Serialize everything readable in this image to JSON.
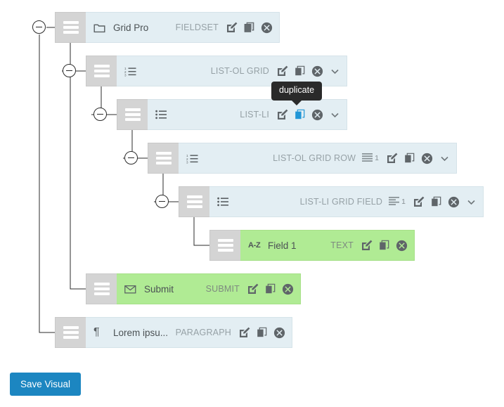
{
  "app": {
    "save_button_label": "Save Visual",
    "accent_color": "#1c86c1",
    "row_blue_color": "#e3eef3",
    "row_green_color": "#b0eb94",
    "handle_color": "#d4d4d4",
    "highlight_icon_color": "#2196d6"
  },
  "tooltip": {
    "text": "duplicate",
    "target": "duplicate-icon-list-li"
  },
  "tree": {
    "nodes": [
      {
        "id": "fieldset",
        "title": "Grid Pro",
        "tag": "FIELDSET",
        "type_icon": "folder-icon",
        "color": "blue",
        "depth": 0,
        "has_toggle": true,
        "has_chevron": false,
        "count_icon": null,
        "count": null,
        "actions": [
          "edit-icon",
          "duplicate-icon",
          "delete-icon"
        ],
        "highlighted_action": null
      },
      {
        "id": "list-ol-grid",
        "title": "",
        "tag": "LIST-OL  GRID",
        "type_icon": "ordered-list-icon",
        "color": "blue",
        "depth": 1,
        "has_toggle": true,
        "has_chevron": true,
        "count_icon": null,
        "count": null,
        "actions": [
          "edit-icon",
          "duplicate-icon",
          "delete-icon"
        ],
        "highlighted_action": null
      },
      {
        "id": "list-li",
        "title": "",
        "tag": "LIST-LI",
        "type_icon": "unordered-list-icon",
        "color": "blue",
        "depth": 2,
        "has_toggle": true,
        "has_chevron": true,
        "count_icon": null,
        "count": null,
        "actions": [
          "edit-icon",
          "duplicate-icon",
          "delete-icon"
        ],
        "highlighted_action": "duplicate-icon"
      },
      {
        "id": "list-ol-grid-row",
        "title": "",
        "tag": "LIST-OL  GRID ROW",
        "type_icon": "ordered-list-icon",
        "color": "blue",
        "depth": 3,
        "has_toggle": true,
        "has_chevron": true,
        "count_icon": "justify-lines-icon",
        "count": "1",
        "actions": [
          "edit-icon",
          "duplicate-icon",
          "delete-icon"
        ],
        "highlighted_action": null
      },
      {
        "id": "list-li-grid-field",
        "title": "",
        "tag": "LIST-LI  GRID FIELD",
        "type_icon": "unordered-list-icon",
        "color": "blue",
        "depth": 4,
        "has_toggle": true,
        "has_chevron": true,
        "count_icon": "align-left-lines-icon",
        "count": "1",
        "actions": [
          "edit-icon",
          "duplicate-icon",
          "delete-icon"
        ],
        "highlighted_action": null
      },
      {
        "id": "text-field-1",
        "title": "Field 1",
        "tag": "TEXT",
        "type_icon": "az-sort-icon",
        "color": "green",
        "depth": 5,
        "has_toggle": false,
        "has_chevron": false,
        "count_icon": null,
        "count": null,
        "actions": [
          "edit-icon",
          "duplicate-icon",
          "delete-icon"
        ],
        "highlighted_action": null
      },
      {
        "id": "submit",
        "title": "Submit",
        "tag": "SUBMIT",
        "type_icon": "envelope-icon",
        "color": "green",
        "depth": 2,
        "has_toggle": false,
        "has_chevron": false,
        "count_icon": null,
        "count": null,
        "actions": [
          "edit-icon",
          "duplicate-icon",
          "delete-icon"
        ],
        "highlighted_action": null
      },
      {
        "id": "paragraph",
        "title": "Lorem ipsu...",
        "tag": "PARAGRAPH",
        "type_icon": "pilcrow-icon",
        "color": "blue",
        "depth": 0,
        "has_toggle": false,
        "has_chevron": false,
        "count_icon": null,
        "count": null,
        "actions": [
          "edit-icon",
          "duplicate-icon",
          "delete-icon"
        ],
        "highlighted_action": null
      }
    ]
  }
}
